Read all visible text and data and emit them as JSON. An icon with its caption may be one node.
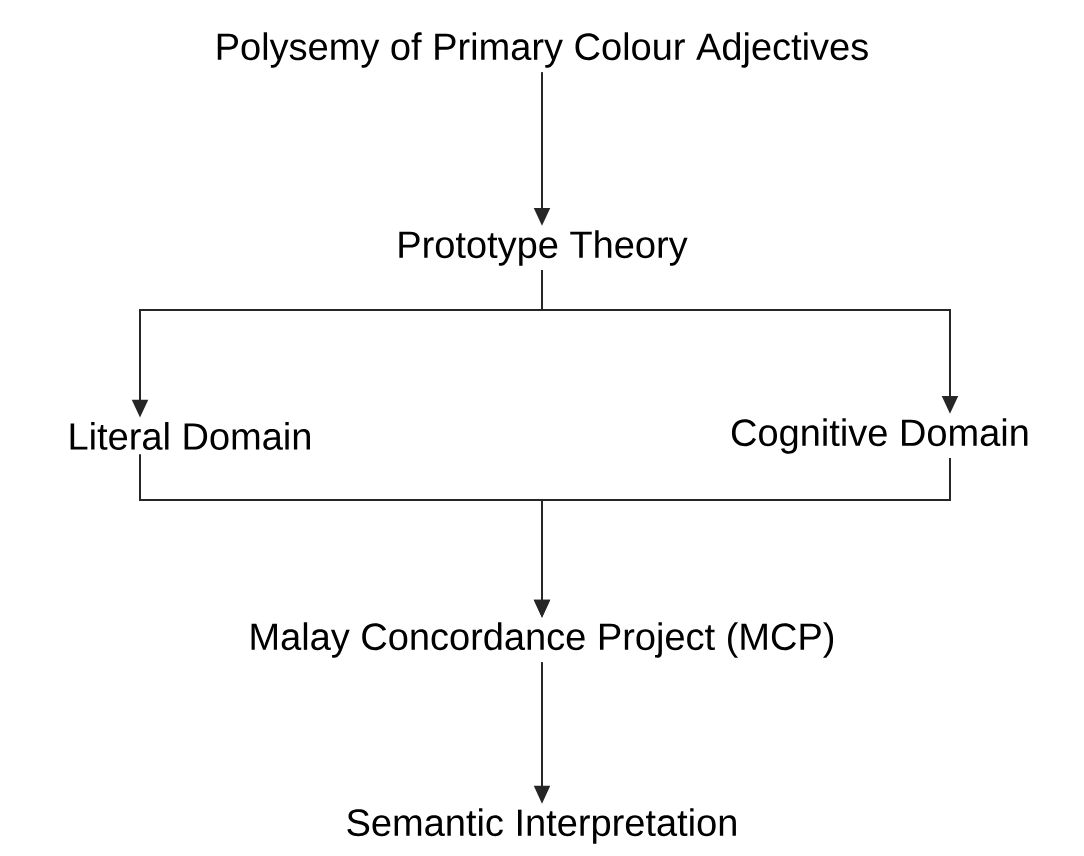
{
  "diagram": {
    "nodes": [
      {
        "text": [
          "Polysemy of Primary Colour Adjectives"
        ]
      },
      {
        "text": [
          "Prototype Theory"
        ]
      },
      {
        "text": [
          "Literal Domain"
        ]
      },
      {
        "text": [
          "Cognitive Domain"
        ]
      },
      {
        "text": [
          "Malay Concordance Project (MCP)"
        ]
      },
      {
        "text": [
          "Semantic Interpretation"
        ]
      }
    ],
    "edges": [
      {
        "from": 0,
        "to": 1,
        "arrow": "to"
      },
      {
        "from": 1,
        "to": 2,
        "arrow": "to"
      },
      {
        "from": 1,
        "to": 3,
        "arrow": "to"
      },
      {
        "from": 2,
        "to": 4,
        "arrow": "to"
      },
      {
        "from": 3,
        "to": 4,
        "arrow": "to"
      },
      {
        "from": 4,
        "to": 5,
        "arrow": "to"
      }
    ]
  }
}
